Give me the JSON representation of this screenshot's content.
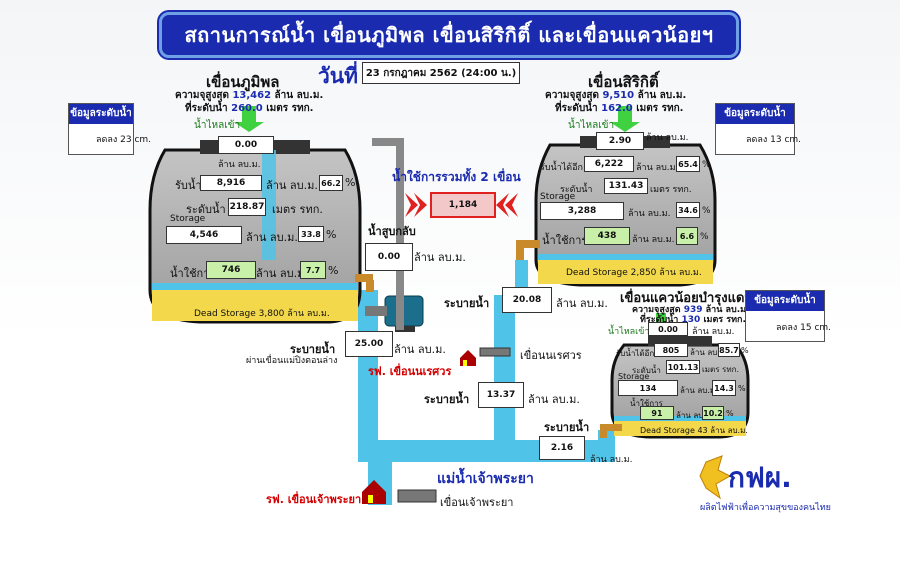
{
  "title": "สถานการณ์น้ำ เขื่อนภูมิพล เขื่อนสิริกิติ์ และเขื่อนแควน้อยฯ",
  "date_label": "วันที่",
  "date_value": "23 กรกฎาคม 2562 (24:00 น.)",
  "units": {
    "mcm": "ล้าน ลบ.ม.",
    "msl": "เมตร รทก.",
    "percent": "%"
  },
  "bhumibol": {
    "name": "เขื่อนภูมิพล",
    "capacity_label": "ความจุสูงสุด",
    "capacity": "13,462",
    "level_label": "ที่ระดับน้ำ",
    "level": "260.0",
    "inflow_label": "น้ำไหลเข้า",
    "inflow": "0.00",
    "usable_label": "รับน้ำได้อีก",
    "usable": "8,916",
    "usable_pct": "66.2",
    "water_level_label": "ระดับน้ำ",
    "water_level": "218.87",
    "storage_label": "Storage",
    "storage": "4,546",
    "storage_pct": "33.8",
    "active_label": "น้ำใช้การ",
    "active": "746",
    "active_pct": "7.7",
    "dead_storage": "Dead Storage 3,800 ล้าน ลบ.ม.",
    "level_info": {
      "header": "ข้อมูลระดับน้ำ",
      "text": "ลดลง 23 cm."
    }
  },
  "sirikit": {
    "name": "เขื่อนสิริกิติ์",
    "capacity_label": "ความจุสูงสุด",
    "capacity": "9,510",
    "level_label": "ที่ระดับน้ำ",
    "level": "162.0",
    "inflow_label": "น้ำไหลเข้า",
    "inflow": "2.90",
    "usable_label": "รับน้ำได้อีก",
    "usable": "6,222",
    "usable_pct": "65.4",
    "water_level_label": "ระดับน้ำ",
    "water_level": "131.43",
    "storage_label": "Storage",
    "storage": "3,288",
    "storage_pct": "34.6",
    "active_label": "น้ำใช้การ",
    "active": "438",
    "active_pct": "6.6",
    "dead_storage": "Dead Storage 2,850 ล้าน ลบ.ม.",
    "level_info": {
      "header": "ข้อมูลระดับน้ำ",
      "text": "ลดลง 13 cm."
    }
  },
  "khwae_noi": {
    "name": "เขื่อนแควน้อยบำรุงแดน",
    "capacity_label": "ความจุสูงสุด",
    "capacity": "939",
    "level_label": "ที่ระดับน้ำ",
    "level": "130",
    "inflow_label": "น้ำไหลเข้า",
    "inflow": "0.00",
    "usable_label": "รับน้ำได้อีก",
    "usable": "805",
    "usable_pct": "85.7",
    "water_level_label": "ระดับน้ำ",
    "water_level": "101.13",
    "storage_label": "Storage",
    "storage": "134",
    "storage_pct": "14.3",
    "active_label": "น้ำใช้การ",
    "active": "91",
    "active_pct": "10.2",
    "dead_storage": "Dead Storage 43 ล้าน ลบ.ม.",
    "level_info": {
      "header": "ข้อมูลระดับน้ำ",
      "text": "ลดลง 15 cm."
    }
  },
  "combined_use": {
    "label": "น้ำใช้การรวมทั้ง 2 เขื่อน",
    "value": "1,184"
  },
  "pumped_back": {
    "label": "น้ำสูบกลับ",
    "value": "0.00"
  },
  "release_label": "ระบายน้ำ",
  "release_bhumibol": {
    "value": "25.00",
    "note": "ผ่านเขื่อนแม่ปิงตอนล่าง"
  },
  "release_sirikit": {
    "value": "20.08"
  },
  "release_naresuan": {
    "value": "13.37"
  },
  "release_khwae_noi": {
    "value": "2.16"
  },
  "naresuan_dam": "เขื่อนนเรศวร",
  "naresuan_station": "รฟ. เขื่อนนเรศวร",
  "chao_phraya_river": "แม่น้ำเจ้าพระยา",
  "chao_phraya_dam": "เขื่อนเจ้าพระยา",
  "chao_phraya_station": "รฟ. เขื่อนเจ้าพระยา",
  "logo": {
    "name": "กฟผ.",
    "slogan": "ผลิตไฟฟ้าเพื่อความสุขของคนไทย"
  },
  "colors": {
    "title_bg": "#1a2bb0",
    "water": "#4fc3e8",
    "dead": "#f2d84a",
    "tank": "#a9a9a9",
    "value_green": "#c8f0a8",
    "alert_red": "#d40000"
  }
}
